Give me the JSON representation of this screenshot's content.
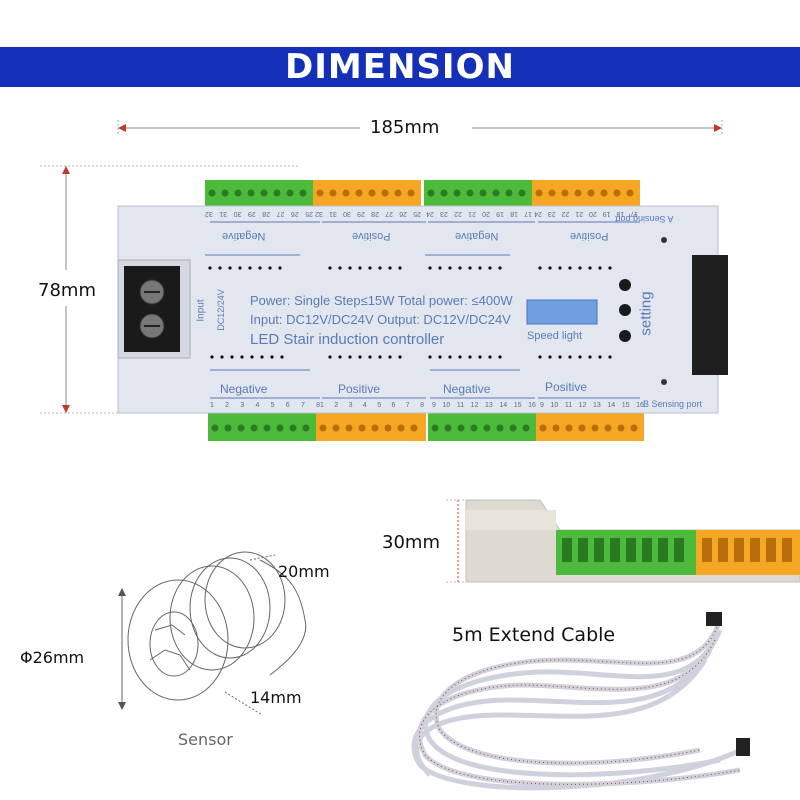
{
  "banner": {
    "title": "DIMENSION",
    "color": "#1430b8"
  },
  "dimensions": {
    "width": "185mm",
    "height": "78mm",
    "depth": "30mm"
  },
  "controller": {
    "top_labels": [
      "Negative",
      "Positive",
      "Negative",
      "Positive"
    ],
    "top_pins_a": [
      "32",
      "31",
      "30",
      "29",
      "28",
      "27",
      "26",
      "25"
    ],
    "top_pins_b": [
      "32",
      "31",
      "30",
      "29",
      "28",
      "27",
      "26",
      "25"
    ],
    "top_pins_c": [
      "24",
      "23",
      "22",
      "21",
      "20",
      "19",
      "18",
      "17"
    ],
    "top_pins_d": [
      "24",
      "23",
      "22",
      "21",
      "20",
      "19",
      "18",
      "17"
    ],
    "a_port": "A Sensing port",
    "b_port": "B Sensing port",
    "power_line": "Power:  Single Step≤15W  Total power:  ≤400W",
    "input_line": "Input:  DC12V/DC24V  Output: DC12V/DC24V",
    "title_line": "LED Stair induction controller",
    "input_side": "Input",
    "input_volt": "DC12/24V",
    "speed_light": "Speed light",
    "setting": "setting",
    "bottom_labels": [
      "Negative",
      "Positive",
      "Negative",
      "Positive"
    ],
    "bottom_pins_a": [
      "1",
      "2",
      "3",
      "4",
      "5",
      "6",
      "7",
      "8"
    ],
    "bottom_pins_b": [
      "1",
      "2",
      "3",
      "4",
      "5",
      "6",
      "7",
      "8"
    ],
    "bottom_pins_c": [
      "9",
      "10",
      "11",
      "12",
      "13",
      "14",
      "15",
      "16"
    ],
    "bottom_pins_d": [
      "9",
      "10",
      "11",
      "12",
      "13",
      "14",
      "15",
      "16"
    ],
    "green": "#4cbb3c",
    "orange": "#f5a623"
  },
  "sensor": {
    "diameter": "Φ26mm",
    "height_a": "20mm",
    "height_b": "14mm",
    "label": "Sensor"
  },
  "cable": {
    "label": "5m Extend Cable"
  }
}
